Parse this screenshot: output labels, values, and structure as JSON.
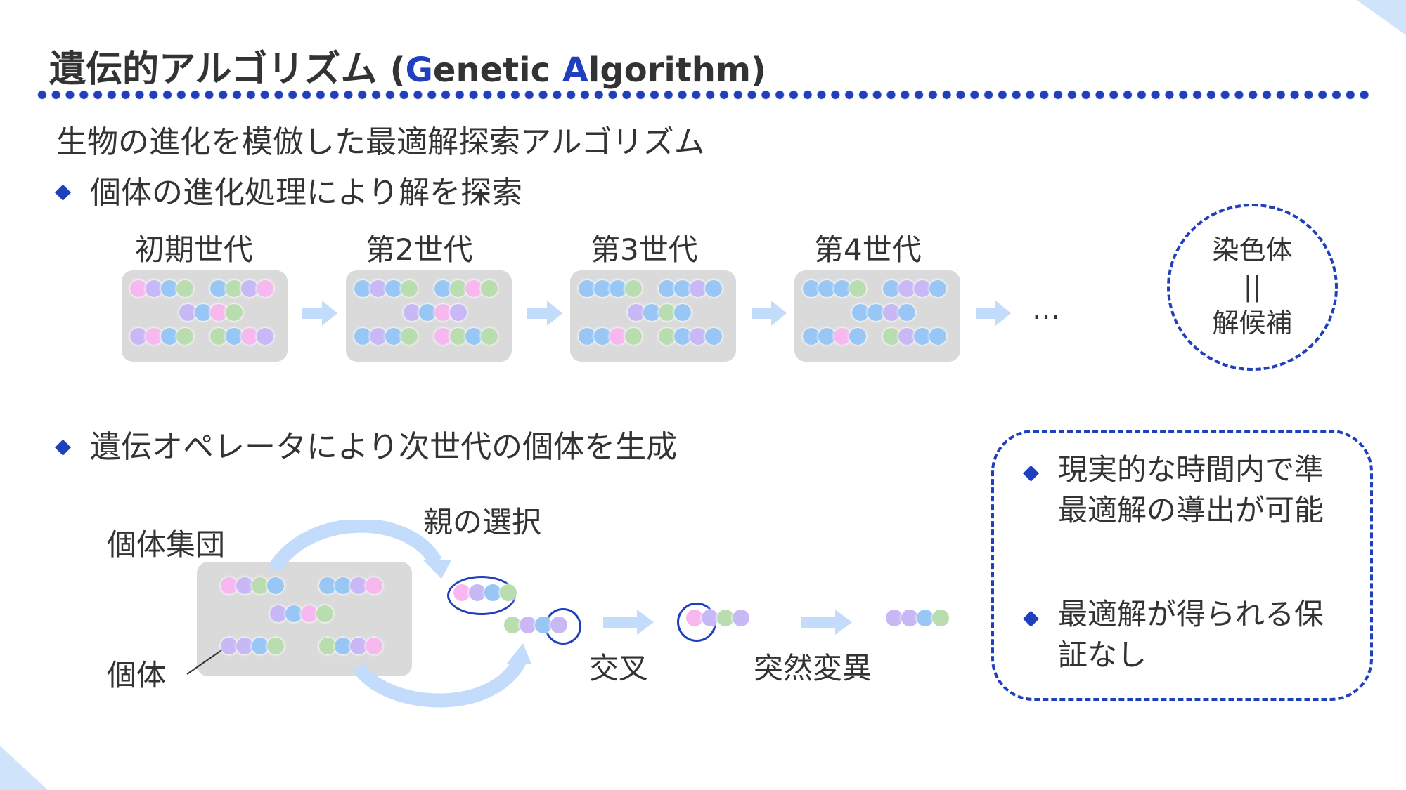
{
  "title": {
    "jp": "遺伝的アルゴリズム",
    "en_open": "(",
    "en_g": "G",
    "en_enetic": "enetic ",
    "en_a": "A",
    "en_lgorithm": "lgorithm)"
  },
  "subtitle": "生物の進化を模倣した最適解探索アルゴリズム",
  "bullet_symbol": "◆",
  "section1": {
    "bullet": "個体の進化処理により解を探索",
    "generations": [
      "初期世代",
      "第2世代",
      "第3世代",
      "第4世代"
    ],
    "ellipsis": "…",
    "chromosome_note": {
      "line1": "染色体",
      "line2": "||",
      "line3": "解候補"
    }
  },
  "section2": {
    "bullet": "遺伝オペレータにより次世代の個体を生成",
    "population_label": "個体集団",
    "individual_label": "個体",
    "selection_label": "親の選択",
    "crossover_label": "交叉",
    "mutation_label": "突然変異"
  },
  "side_notes": [
    "現実的な時間内で準最適解の導出が可能",
    "最適解が得られる保証なし"
  ],
  "colors": {
    "accent": "#1f3fbf",
    "pink": "#f7b8ef",
    "purple": "#c8b8f5",
    "blue": "#98c6f5",
    "green": "#b9ddae",
    "arrow": "#c3dcfb",
    "box": "#dadada"
  },
  "legend": {
    "p": "pink",
    "v": "purple",
    "b": "blue",
    "g": "green"
  },
  "populations": [
    [
      [
        "p",
        "v",
        "b",
        "g"
      ],
      [
        "b",
        "g",
        "v",
        "p"
      ],
      [
        "v",
        "b",
        "p",
        "g"
      ],
      [
        "v",
        "p",
        "b",
        "g"
      ],
      [
        "g",
        "b",
        "p",
        "v"
      ]
    ],
    [
      [
        "b",
        "v",
        "b",
        "g"
      ],
      [
        "b",
        "g",
        "p",
        "g"
      ],
      [
        "v",
        "b",
        "p",
        "v"
      ],
      [
        "b",
        "v",
        "b",
        "g"
      ],
      [
        "p",
        "g",
        "b",
        "g"
      ]
    ],
    [
      [
        "b",
        "b",
        "b",
        "g"
      ],
      [
        "b",
        "b",
        "v",
        "b"
      ],
      [
        "v",
        "b",
        "g",
        "b"
      ],
      [
        "b",
        "b",
        "p",
        "g"
      ],
      [
        "g",
        "b",
        "v",
        "b"
      ]
    ],
    [
      [
        "b",
        "b",
        "b",
        "g"
      ],
      [
        "b",
        "v",
        "v",
        "b"
      ],
      [
        "b",
        "b",
        "v",
        "b"
      ],
      [
        "b",
        "b",
        "p",
        "b"
      ],
      [
        "g",
        "v",
        "b",
        "b"
      ]
    ]
  ],
  "bottom_population": [
    [
      "p",
      "v",
      "g",
      "b"
    ],
    [
      "b",
      "b",
      "v",
      "p"
    ],
    [
      "v",
      "b",
      "p",
      "g"
    ],
    [
      "v",
      "v",
      "b",
      "g"
    ],
    [
      "g",
      "b",
      "v",
      "p"
    ]
  ],
  "parents": [
    [
      "p",
      "v",
      "b",
      "g"
    ],
    [
      "g",
      "v",
      "b",
      "v"
    ]
  ],
  "crossover_child": [
    "p",
    "v",
    "g",
    "v"
  ],
  "mutant_child": [
    "v",
    "v",
    "b",
    "g"
  ]
}
